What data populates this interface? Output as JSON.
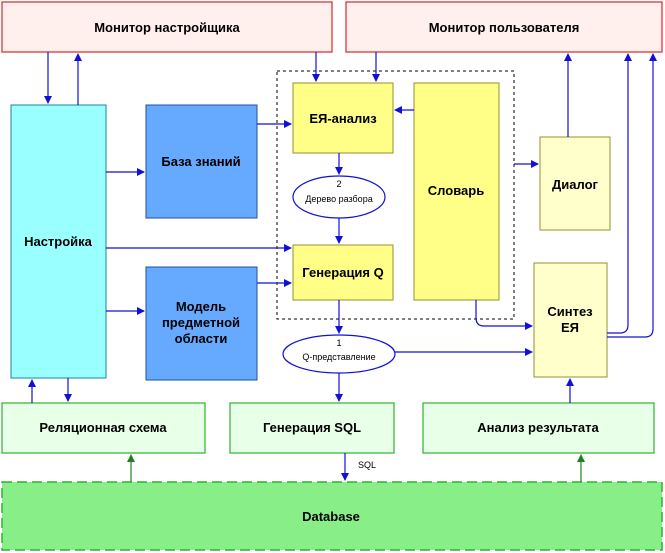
{
  "blocks": {
    "monitor_setup": "Монитор настройщика",
    "monitor_user": "Монитор пользователя",
    "setup": "Настройка",
    "knowledge_base": "База знаний",
    "domain_model": [
      "Модель",
      "предметной",
      "области"
    ],
    "nl_analysis": "ЕЯ-анализ",
    "parse_tree_num": "2",
    "parse_tree": "Дерево разбора",
    "q_generation": "Генерация Q",
    "dictionary": "Словарь",
    "dialog": "Диалог",
    "nl_synthesis": [
      "Синтез",
      "ЕЯ"
    ],
    "q_repr_num": "1",
    "q_repr": "Q-представление",
    "relational_schema": "Реляционная схема",
    "sql_generation": "Генерация SQL",
    "result_analysis": "Анализ результата",
    "sql_label": "SQL",
    "database": "Database"
  },
  "colors": {
    "pink_fill": "#fff0ee",
    "pink_border": "#e05050",
    "cyan_fill": "#99ffff",
    "blue_fill": "#66aaff",
    "yellow_fill": "#ffff88",
    "light_yellow_fill": "#ffffcc",
    "green_fill": "#e8ffe8",
    "green_border": "#30b030",
    "db_fill": "#88ee88",
    "arrow_blue": "#1010d8",
    "arrow_green": "#208020"
  }
}
